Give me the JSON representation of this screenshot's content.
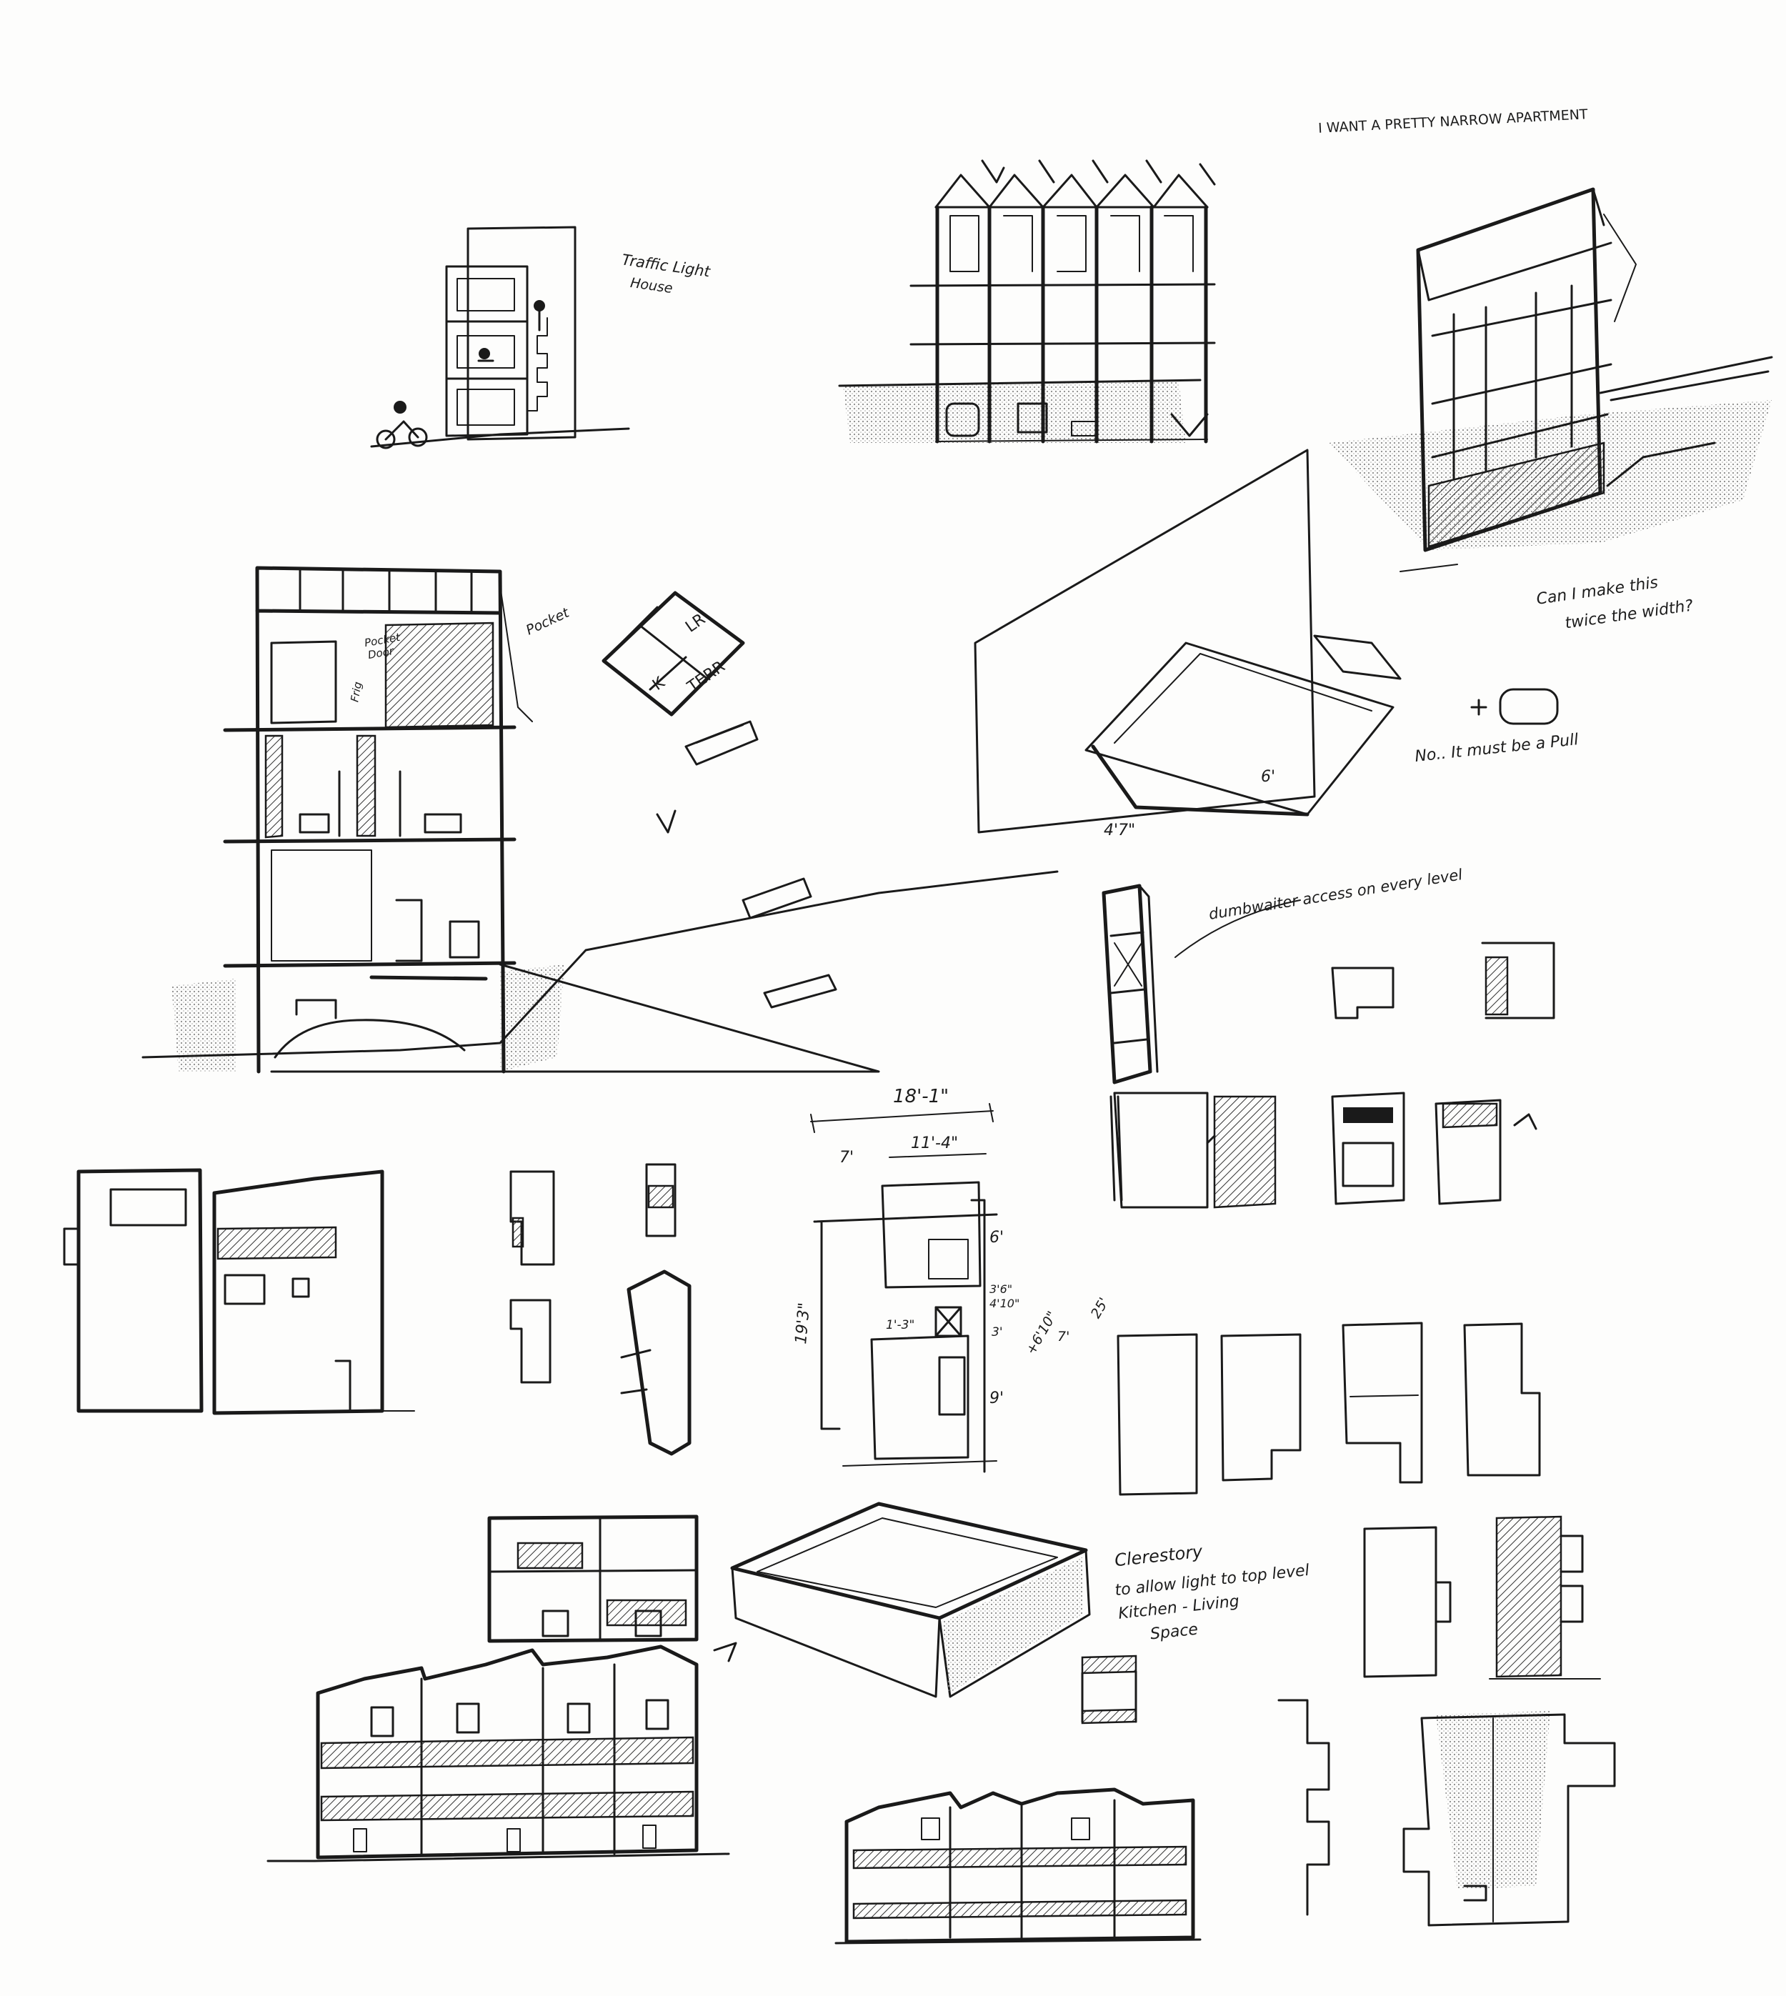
{
  "notes": {
    "narrow_apartment": "I WANT A PRETTY NARROW APARTMENT",
    "traffic_light_1": "Traffic Light",
    "traffic_light_2": "House",
    "pocket": "Pocket",
    "pocket_door_1": "Pocket",
    "pocket_door_2": "Door",
    "frig": "Frig",
    "plan_lr": "LR",
    "plan_k": "K",
    "plan_terr": "TERR",
    "wider_1": "Can I make this",
    "wider_2": "twice the width?",
    "no_pull": "No.. It must be a Pull",
    "dumbwaiter": "dumbwaiter access on every level",
    "clerestory_1": "Clerestory",
    "clerestory_2": "to allow light to top level",
    "clerestory_3": "Kitchen - Living",
    "clerestory_4": "Space"
  },
  "dimensions": {
    "width_total": "18'-1\"",
    "width_inner": "11'-4\"",
    "left_seven": "7'",
    "depth": "19'3\"",
    "six_top": "6'",
    "nine_bottom": "9'",
    "one_three": "1'-3\"",
    "three_one": "3'",
    "stack_a": "3'6\"",
    "stack_b": "4'10\"",
    "plus_six": "+6'10\"",
    "seven": "7'",
    "twentyfive": "25'",
    "dumbwaiter_size": "4'7\"",
    "pool_width": "6'"
  }
}
